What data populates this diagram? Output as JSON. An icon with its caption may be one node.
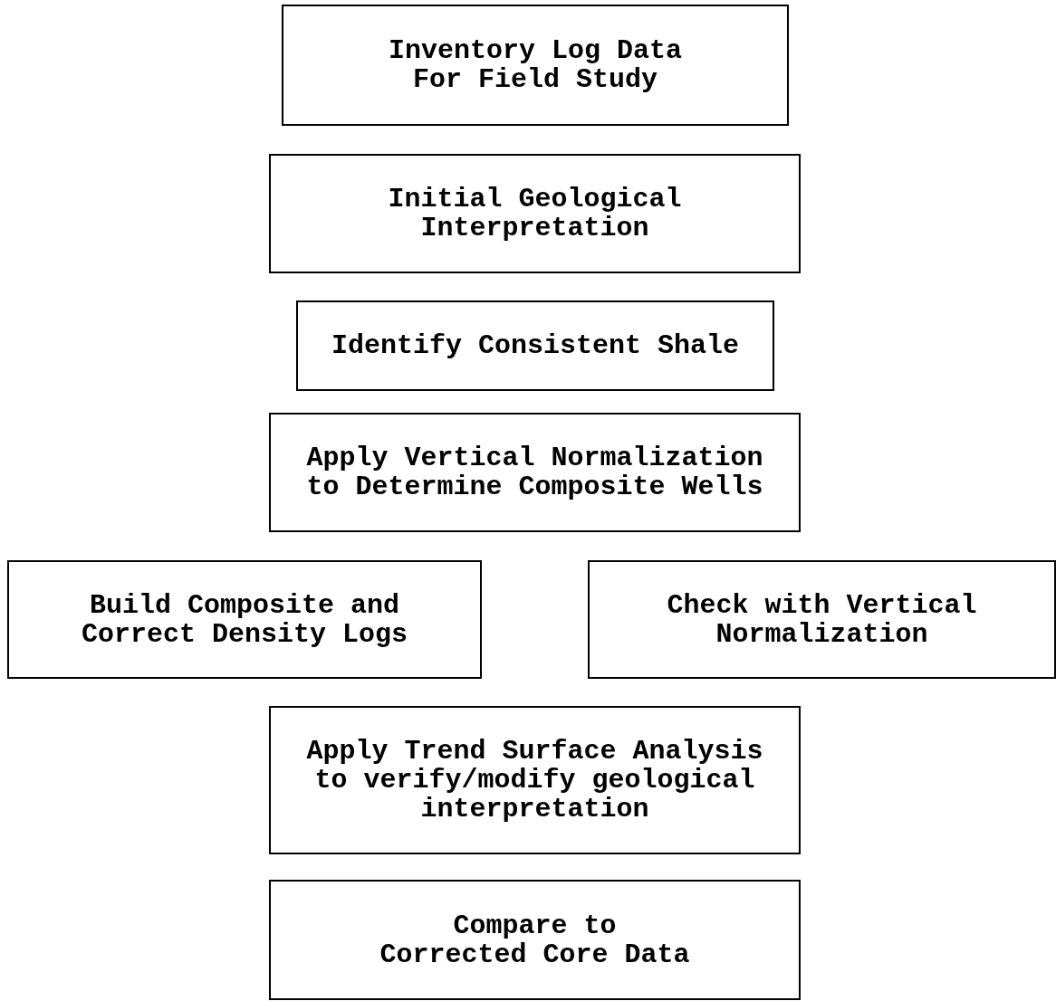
{
  "diagram": {
    "nodes": [
      {
        "text": [
          "Inventory Log Data For Field Study"
        ]
      },
      {
        "text": [
          "Initial Geological Interpretation"
        ]
      },
      {
        "text": [
          "Identify Consistent Shale"
        ]
      },
      {
        "text": [
          "Apply Vertical Normalization to Determine Composite Wells"
        ]
      },
      {
        "text": [
          "Build Composite and Correct Density Logs"
        ]
      },
      {
        "text": [
          "Check with Vertical Normalization"
        ]
      },
      {
        "text": [
          "Apply Trend Surface Analysis to verify/modify geological interpretation"
        ]
      },
      {
        "text": [
          "Compare to Corrected Core Data"
        ]
      }
    ],
    "edges": []
  }
}
